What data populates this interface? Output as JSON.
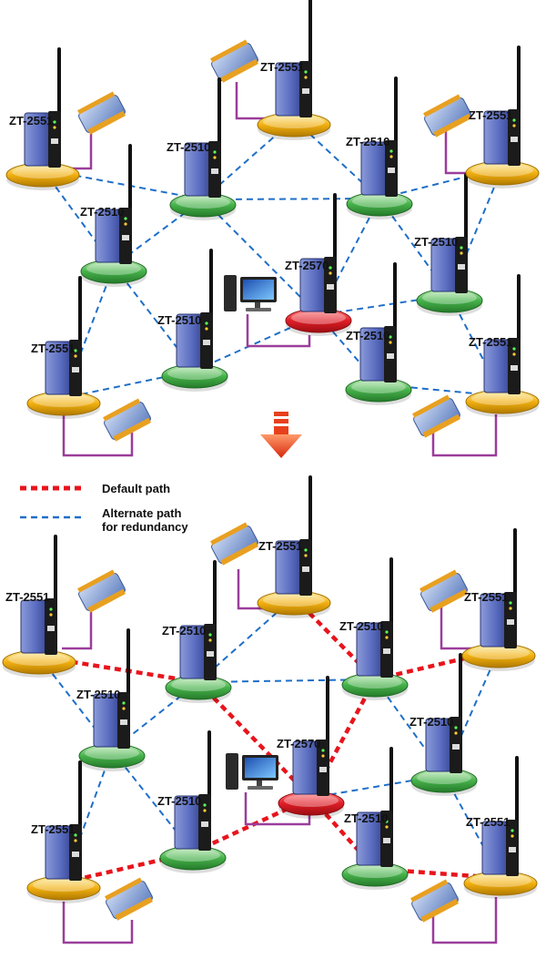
{
  "legend": {
    "default_path": "Default path",
    "alternate_path_line1": "Alternate path",
    "alternate_path_line2": "for redundancy"
  },
  "colors": {
    "default_path": "#e8141c",
    "alternate_path": "#1e6fc8",
    "coordinator_base": "#e01e28",
    "router_base": "#46b24a",
    "end_device_base": "#f2b010",
    "io_link": "#9b3d9b",
    "arrow": "#e8401c"
  },
  "diagrams": [
    {
      "name": "before",
      "nodes": {
        "coord": {
          "role": "coordinator",
          "label": "ZT-2570"
        },
        "r1": {
          "role": "router",
          "label": "ZT-2510"
        },
        "r2": {
          "role": "router",
          "label": "ZT-2510"
        },
        "r3": {
          "role": "router",
          "label": "ZT-2510"
        },
        "r4": {
          "role": "router",
          "label": "ZT-2510"
        },
        "r5": {
          "role": "router",
          "label": "ZT-2510"
        },
        "r6": {
          "role": "router",
          "label": "ZT-2510"
        },
        "e1": {
          "role": "end-device",
          "label": "ZT-2551"
        },
        "e2": {
          "role": "end-device",
          "label": "ZT-2551"
        },
        "e3": {
          "role": "end-device",
          "label": "ZT-2551"
        },
        "e4": {
          "role": "end-device",
          "label": "ZT-2551"
        },
        "e5": {
          "role": "end-device",
          "label": "ZT-2551"
        }
      }
    },
    {
      "name": "after",
      "nodes": {
        "coord": {
          "role": "coordinator",
          "label": "ZT-2570"
        },
        "r1": {
          "role": "router",
          "label": "ZT-2510"
        },
        "r2": {
          "role": "router",
          "label": "ZT-2510"
        },
        "r3": {
          "role": "router",
          "label": "ZT-2510"
        },
        "r4": {
          "role": "router",
          "label": "ZT-2510"
        },
        "r5": {
          "role": "router",
          "label": "ZT-2510"
        },
        "r6": {
          "role": "router",
          "label": "ZT-2510"
        },
        "e1": {
          "role": "end-device",
          "label": "ZT-2551"
        },
        "e2": {
          "role": "end-device",
          "label": "ZT-2551"
        },
        "e3": {
          "role": "end-device",
          "label": "ZT-2551"
        },
        "e4": {
          "role": "end-device",
          "label": "ZT-2551"
        },
        "e5": {
          "role": "end-device",
          "label": "ZT-2551"
        }
      }
    }
  ]
}
